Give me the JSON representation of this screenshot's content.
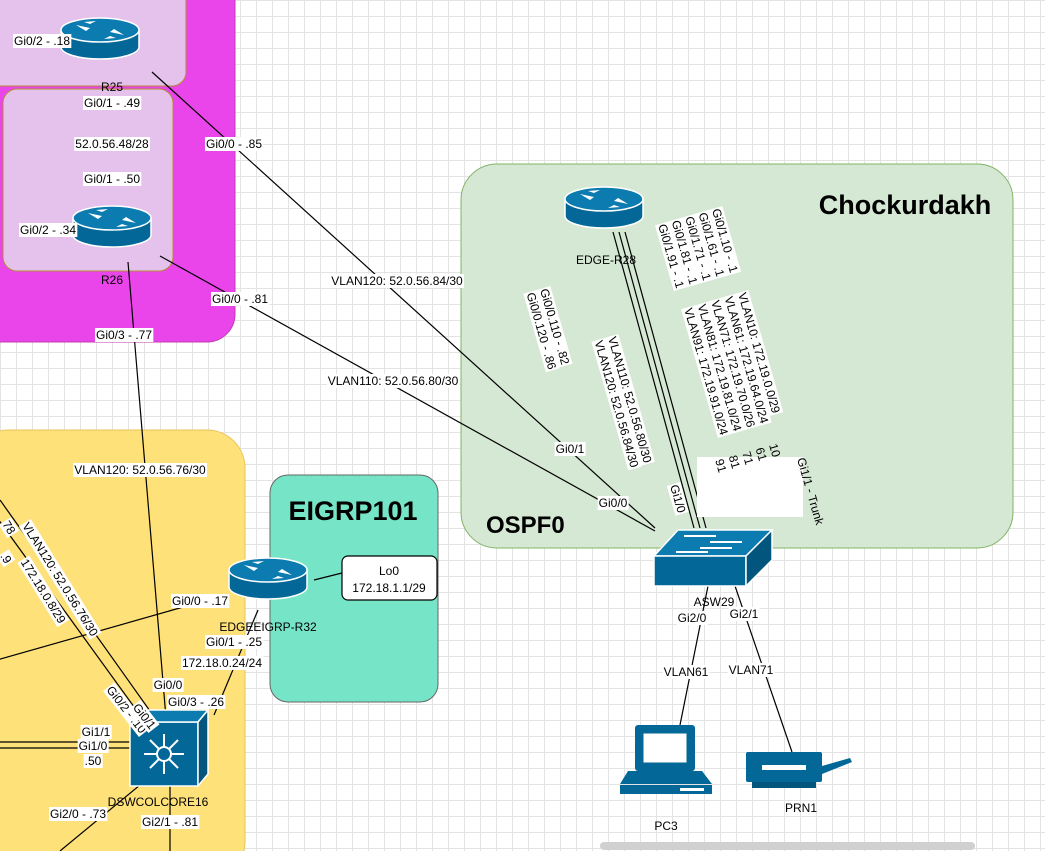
{
  "zones": {
    "ospf_area": "OSPF0",
    "chockurdakh": "Chockurdakh",
    "eigrp": "EIGRP101"
  },
  "devices": {
    "r25": "R25",
    "r26": "R26",
    "edge_r28": "EDGE-R28",
    "edge_eigrp_r32": "EDGEEIGRP-R32",
    "asw29": "ASW29",
    "dswcolcore16": "DSWCOLCORE16",
    "pc3": "PC3",
    "prn1": "PRN1"
  },
  "lo0": {
    "name": "Lo0",
    "address": "172.18.1.1/29"
  },
  "interfaces": {
    "r25_gi02": "Gi0/2 - .18",
    "r25_gi01": "Gi0/1 - .49",
    "r25_gi00": "Gi0/0 - .85",
    "net_r25_r26": "52.0.56.48/28",
    "r26_gi01": "Gi0/1 - .50",
    "r26_gi02": "Gi0/2 - .34",
    "r26_gi00": "Gi0/0 - .81",
    "r26_gi03": "Gi0/3 - .77",
    "vlan120_r25": "VLAN120: 52.0.56.84/30",
    "vlan110_r26": "VLAN110: 52.0.56.80/30",
    "vlan120_r26": "VLAN120: 52.0.56.76/30",
    "asw_gi01": "Gi0/1",
    "asw_gi00": "Gi0/0",
    "asw_gi10": "Gi1/0",
    "asw_gi20": "Gi2/0",
    "asw_gi21": "Gi2/1",
    "vlan61": "VLAN61",
    "vlan71": "VLAN71",
    "r32_gi00": "Gi0/0 - .17",
    "r32_gi01": "Gi0/1 - .25",
    "net_r32_dsw": "172.18.0.24/24",
    "dsw_gi03": "Gi0/3 - .26",
    "dsw_gi00": "Gi0/0",
    "dsw_gi01": "Gi0/1",
    "dsw_gi02": "Gi0/2 - .10",
    "dsw_gi11": "Gi1/1",
    "dsw_gi10": "Gi1/0",
    "dsw_50": ".50",
    "dsw_gi20": "Gi2/0 - .73",
    "dsw_gi21": "Gi2/1 - .81",
    "left_78": "78",
    "left_9": ".9",
    "left_vlan120": "VLAN120: 52.0.56.76/30",
    "left_172": "172.18.0.8/29"
  },
  "r28_subifs": [
    "Gi0/1.10 - .1",
    "Gi0/1.61 - .1",
    "Gi0/1.71 - .1",
    "Gi0/1.81 - .1",
    "Gi0/1.91 - .1"
  ],
  "r28_vlans": [
    "VLAN10: 172.19.0.0/29",
    "VLAN61: 172.19.64.0/24",
    "VLAN71: 172.19.70.0/26",
    "VLAN81: 172.19.81.0/24",
    "VLAN91: 172.19.91.0/24"
  ],
  "r28_uplinks": [
    "Gi0/0.110 - .82",
    "Gi0/0.120 - .86"
  ],
  "r28_uplink_vlans": [
    "VLAN110: 52.0.56.80/30",
    "VLAN120: 52.0.56.84/30"
  ],
  "trunk": {
    "title": "Gi1/1 - Trunk",
    "vlans": [
      "10",
      "61",
      "71",
      "81",
      "91"
    ]
  },
  "colors": {
    "magenta_zone": "#ea45ea",
    "router_zone": "#e4c2ec",
    "ospf_zone": "#d5e8d4",
    "yellow_zone": "#ffe17a",
    "eigrp_zone": "#76e5c7",
    "device_blue": "#036897"
  }
}
